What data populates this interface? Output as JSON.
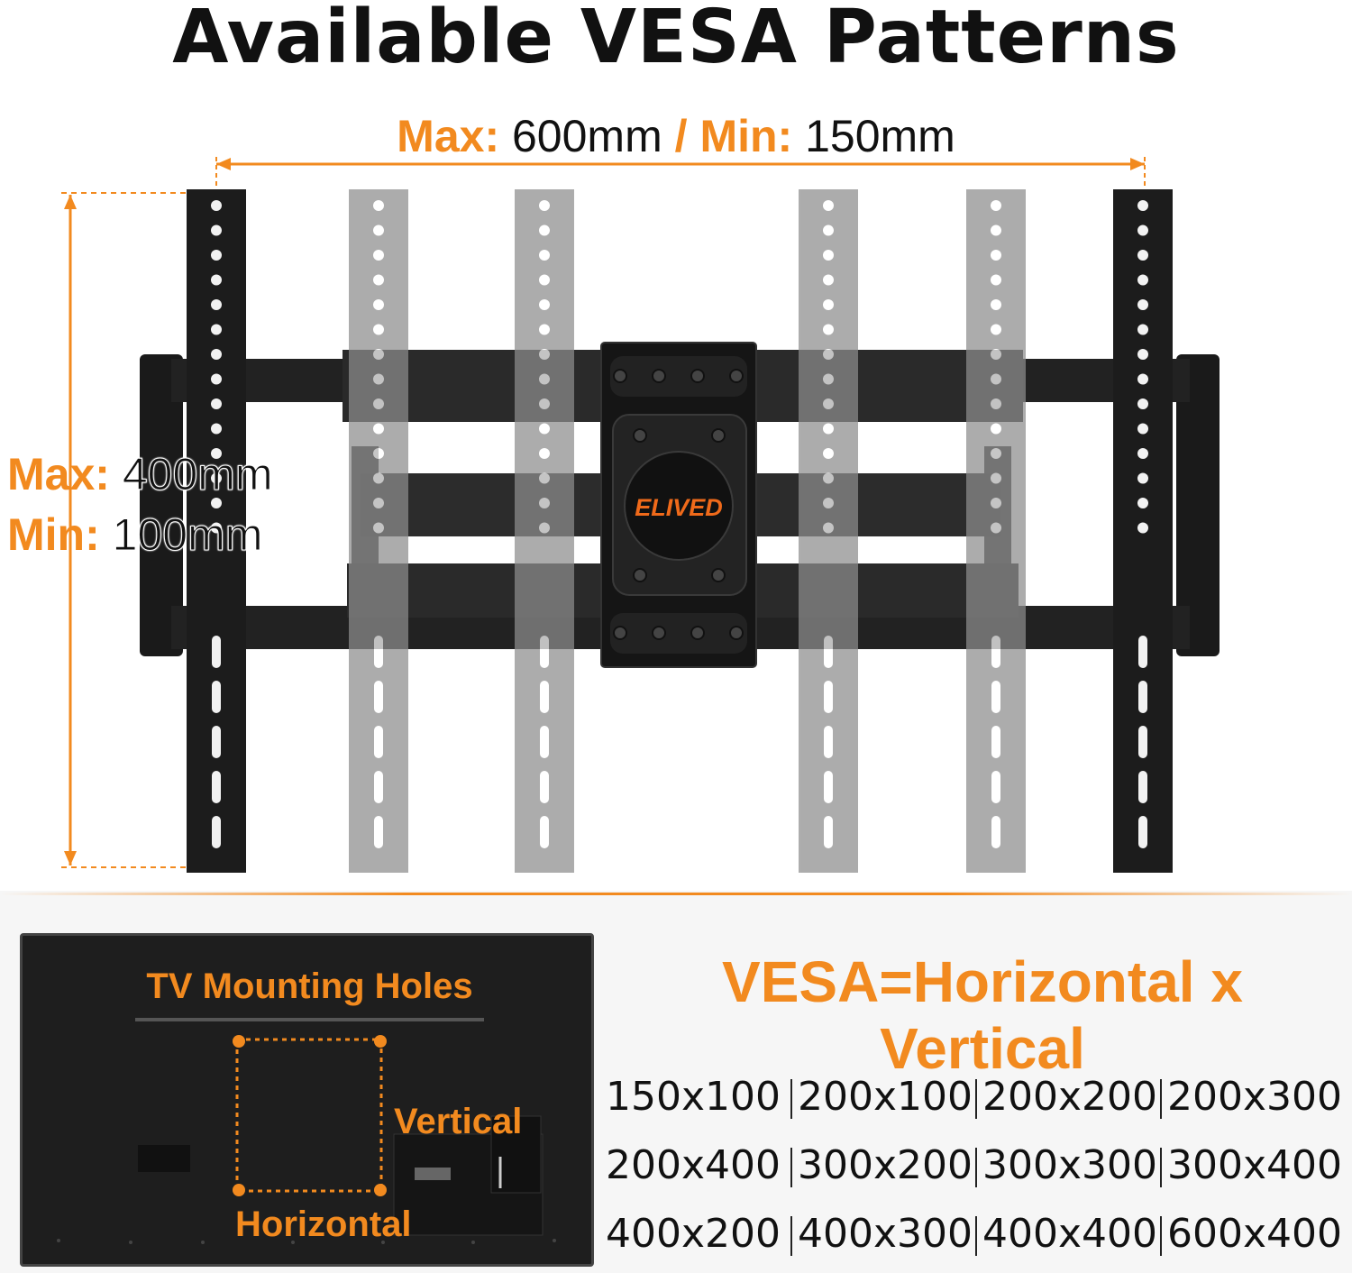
{
  "title": "Available VESA Patterns",
  "horizontal": {
    "max_label": "Max:",
    "max_value": "600mm",
    "separator": "/",
    "min_label": "Min:",
    "min_value": "150mm"
  },
  "vertical": {
    "max_label": "Max:",
    "max_value": "400mm",
    "min_label": "Min:",
    "min_value": "100mm"
  },
  "brand": "ELIVED",
  "tv": {
    "heading": "TV Mounting Holes",
    "vertical_label": "Vertical",
    "horizontal_label": "Horizontal"
  },
  "formula": "VESA=Horizontal x Vertical",
  "patterns": [
    [
      "150x100",
      "200x100",
      "200x200",
      "200x300"
    ],
    [
      "200x400",
      "300x200",
      "300x300",
      "300x400"
    ],
    [
      "400x200",
      "400x300",
      "400x400",
      "600x400"
    ]
  ],
  "colors": {
    "accent": "#f28a1f",
    "bracket": "#1a1a1a",
    "bracket_ghost": "#9a9a9a"
  }
}
